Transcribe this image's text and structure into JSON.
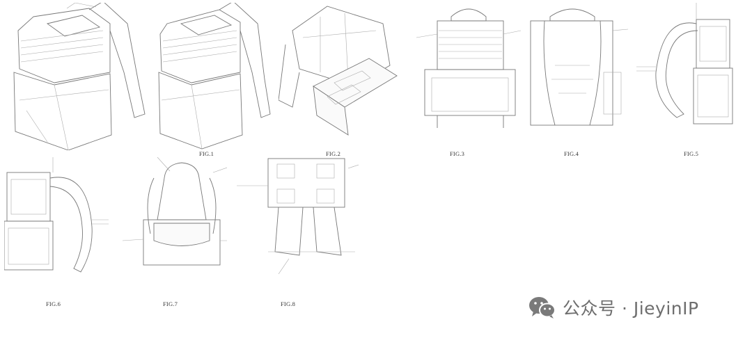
{
  "figures": [
    {
      "label": "FIG.1"
    },
    {
      "label": "FIG.2"
    },
    {
      "label": "FIG.3"
    },
    {
      "label": "FIG.4"
    },
    {
      "label": "FIG.5"
    },
    {
      "label": "FIG.6"
    },
    {
      "label": "FIG.7"
    },
    {
      "label": "FIG.8"
    }
  ],
  "watermark": {
    "text": "公众号 · JieyinIP",
    "icon": "wechat-icon"
  },
  "colors": {
    "line": "#777777",
    "label": "#333333",
    "watermark": "#6e6e6e"
  }
}
